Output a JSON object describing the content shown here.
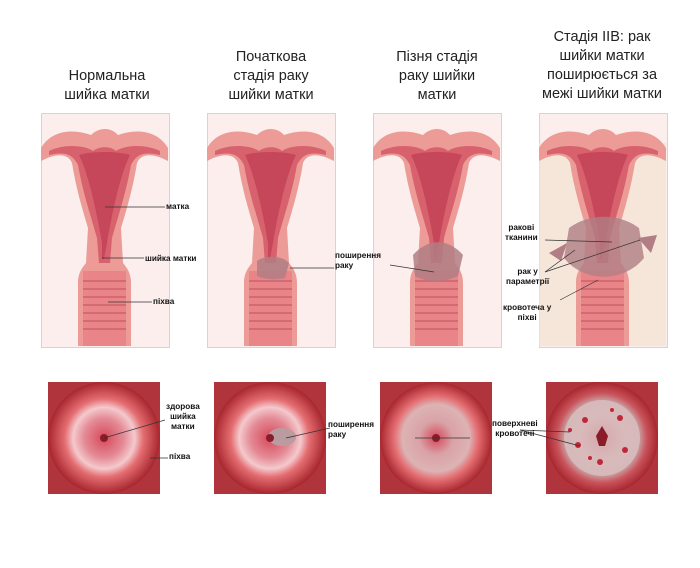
{
  "stages": [
    {
      "title": "Нормальна\nшийка матки",
      "labels": [
        "матка",
        "шийка матки",
        "піхва"
      ],
      "disc_labels": [
        "здорова\nшийка\nматки",
        "піхва"
      ]
    },
    {
      "title": "Початкова\nстадія раку\nшийки матки",
      "labels": [
        "поширення\nраку"
      ],
      "disc_labels": [
        "поширення\nраку"
      ]
    },
    {
      "title": "Пізня стадія\nраку шийки\nматки",
      "labels": [],
      "disc_labels": []
    },
    {
      "title": "Стадія IIB: рак\nшийки матки\nпоширюється за\nмежі шийки матки",
      "labels": [
        "ракові\nтканини",
        "рак у\nпараметрії",
        "кровотеча у\nпіхві"
      ],
      "disc_labels": [
        "поверхневі\nкровотечі"
      ]
    }
  ],
  "colors": {
    "uterus_outer": "#e8928f",
    "uterus_inner": "#c94f5e",
    "cavity": "#d0606b",
    "tumor": "#b07e84",
    "disc_bg": "#b8373d",
    "disc_light": "#f3c6c6"
  }
}
